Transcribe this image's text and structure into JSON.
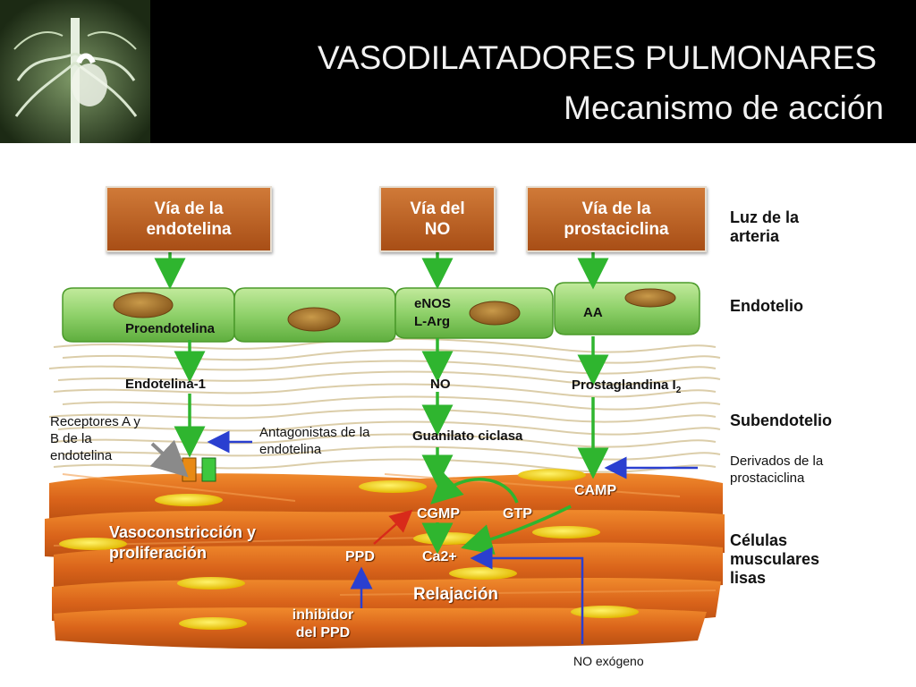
{
  "header": {
    "title": "VASODILATADORES PULMONARES",
    "subtitle": "Mecanismo de acción"
  },
  "diagram": {
    "pathways": {
      "endothelin": "Vía de la endotelina",
      "no": "Vía del NO",
      "prostacyclin": "Vía de la prostaciclina"
    },
    "layers": {
      "lumen": "Luz de la arteria",
      "endothelium": "Endotelio",
      "subendothelium": "Subendotelio",
      "smooth_muscle": "Células musculares lisas"
    },
    "labels": {
      "proendothelin": "Proendotelina",
      "enos": "eNOS",
      "larg": "L-Arg",
      "aa": "AA",
      "endothelin1": "Endotelina-1",
      "no": "NO",
      "prostaglandin": "Prostaglandina I",
      "prostaglandin_sub": "2",
      "receptors": "Receptores A y B de la endotelina",
      "antagonists": "Antagonistas de la endotelina",
      "guanylate": "Guanilato ciclasa",
      "prostacyclin_derivatives": "Derivados de la prostaciclina",
      "camp": "CAMP",
      "cgmp": "CGMP",
      "gtp": "GTP",
      "ca": "Ca2+",
      "ppd": "PPD",
      "vasoconstriction": "Vasoconstricción y proliferación",
      "relaxation": "Relajación",
      "ppd_inhibitor": "inhibidor del PPD",
      "no_exogenous": "NO exógeno"
    },
    "colors": {
      "header_bg": "#000000",
      "box_fill": "#c0662a",
      "cell_green": "#8fd16a",
      "muscle_orange": "#e0701e",
      "nucleus_yellow": "#f2d21a",
      "arrow_green": "#2fb52f",
      "arrow_blue": "#2a3fd0",
      "arrow_red": "#d82a1a"
    }
  }
}
